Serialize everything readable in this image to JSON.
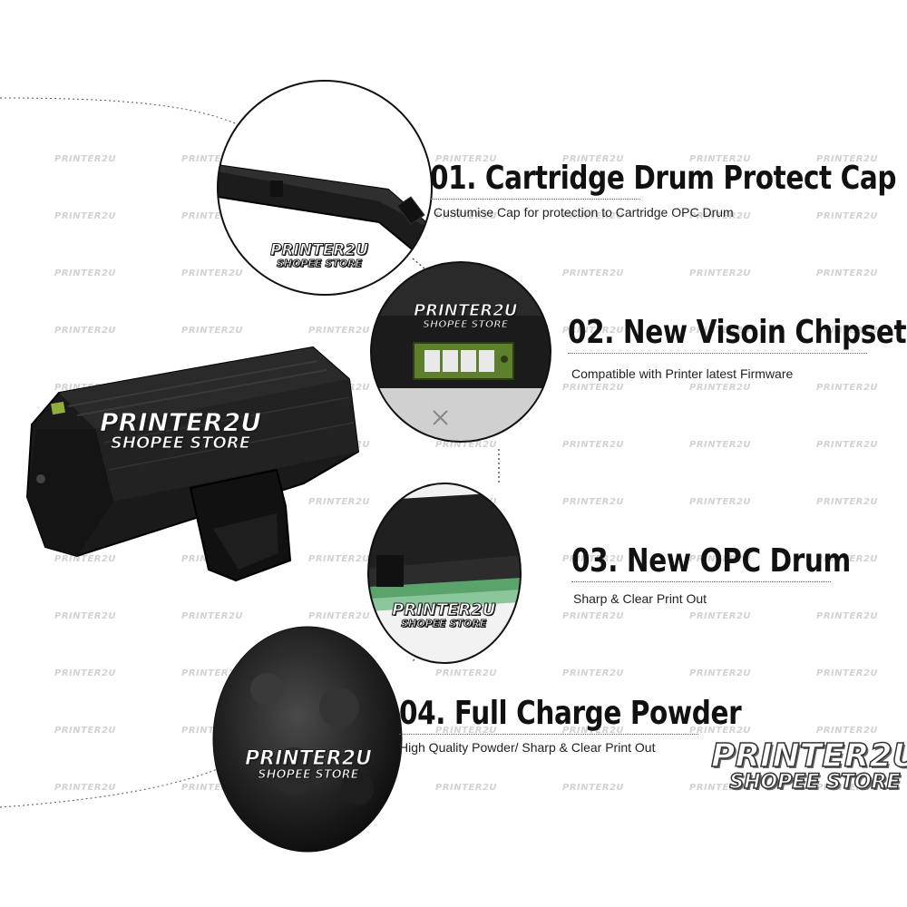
{
  "watermark_text": "PRINTER2U",
  "brand": {
    "line1": "PRINTER2U",
    "line2": "SHOPEE STORE"
  },
  "features": [
    {
      "title": "01. Cartridge Drum Protect Cap",
      "desc": "Custumise Cap for protection to Cartridge OPC Drum"
    },
    {
      "title": "02. New Visoin Chipset",
      "desc": "Compatible with Printer latest Firmware"
    },
    {
      "title": "03. New OPC Drum",
      "desc": "Sharp & Clear Print Out"
    },
    {
      "title": "04. Full Charge Powder",
      "desc": "High Quality Powder/ Sharp & Clear Print Out"
    }
  ],
  "images": {
    "cartridge": "toner-cartridge-photo",
    "cap": "drum-protect-cap-photo",
    "chip": "chipset-photo",
    "drum": "opc-drum-photo",
    "powder": "toner-powder-photo"
  }
}
